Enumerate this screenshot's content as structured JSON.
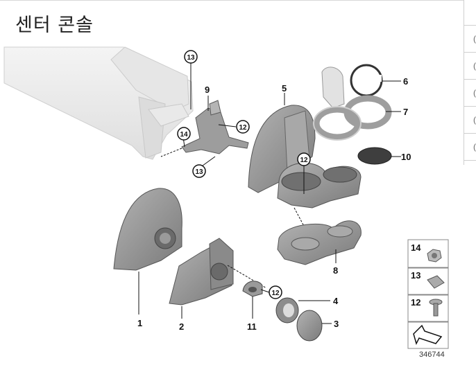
{
  "title": "센터 콘솔",
  "callouts": {
    "p1": "1",
    "p2": "2",
    "p3": "3",
    "p4": "4",
    "p5": "5",
    "p6": "6",
    "p7": "7",
    "p8": "8",
    "p9": "9",
    "p10": "10",
    "p11": "11",
    "c13a": "13",
    "c14": "14",
    "c13b": "13",
    "c12a": "12",
    "c12b": "12",
    "c12c": "12"
  },
  "legend": [
    "14",
    "13",
    "12"
  ],
  "reference_number": "346744",
  "colors": {
    "part": "#8e8e8e",
    "part_dark": "#6e6e6e",
    "part_light": "#d4d4d4",
    "rail": "#ececec"
  }
}
